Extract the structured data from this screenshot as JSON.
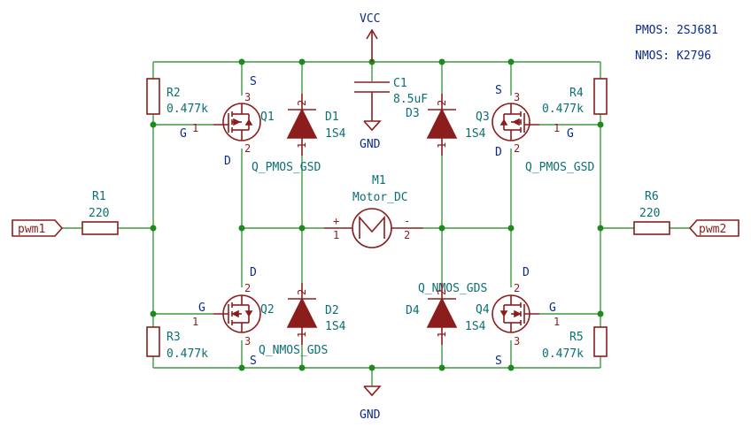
{
  "notes": {
    "pmos": "PMOS: 2SJ681",
    "nmos": "NMOS: K2796"
  },
  "power": {
    "vcc": "VCC",
    "gnd_c1": "GND",
    "gnd_bottom": "GND"
  },
  "nets": {
    "pwm1": "pwm1",
    "pwm2": "pwm2"
  },
  "pins": {
    "n1": "1",
    "n2": "2",
    "n3": "3",
    "plus": "+",
    "minus": "-",
    "s": "S",
    "g": "G",
    "d": "D"
  },
  "r1": {
    "ref": "R1",
    "value": "220"
  },
  "r2": {
    "ref": "R2",
    "value": "0.477k"
  },
  "r3": {
    "ref": "R3",
    "value": "0.477k"
  },
  "r4": {
    "ref": "R4",
    "value": "0.477k"
  },
  "r5": {
    "ref": "R5",
    "value": "0.477k"
  },
  "r6": {
    "ref": "R6",
    "value": "220"
  },
  "c1": {
    "ref": "C1",
    "value": "8.5uF"
  },
  "q1": {
    "ref": "Q1",
    "value": "Q_PMOS_GSD"
  },
  "q2": {
    "ref": "Q2",
    "value": "Q_NMOS_GDS"
  },
  "q3": {
    "ref": "Q3",
    "value": "Q_PMOS_GSD"
  },
  "q4": {
    "ref": "Q4",
    "value": "Q_NMOS_GDS"
  },
  "d1": {
    "ref": "D1",
    "value": "1S4"
  },
  "d2": {
    "ref": "D2",
    "value": "1S4"
  },
  "d3": {
    "ref": "D3",
    "value": "1S4"
  },
  "d4": {
    "ref": "D4",
    "value": "1S4"
  },
  "m1": {
    "ref": "M1",
    "value": "Motor_DC"
  }
}
